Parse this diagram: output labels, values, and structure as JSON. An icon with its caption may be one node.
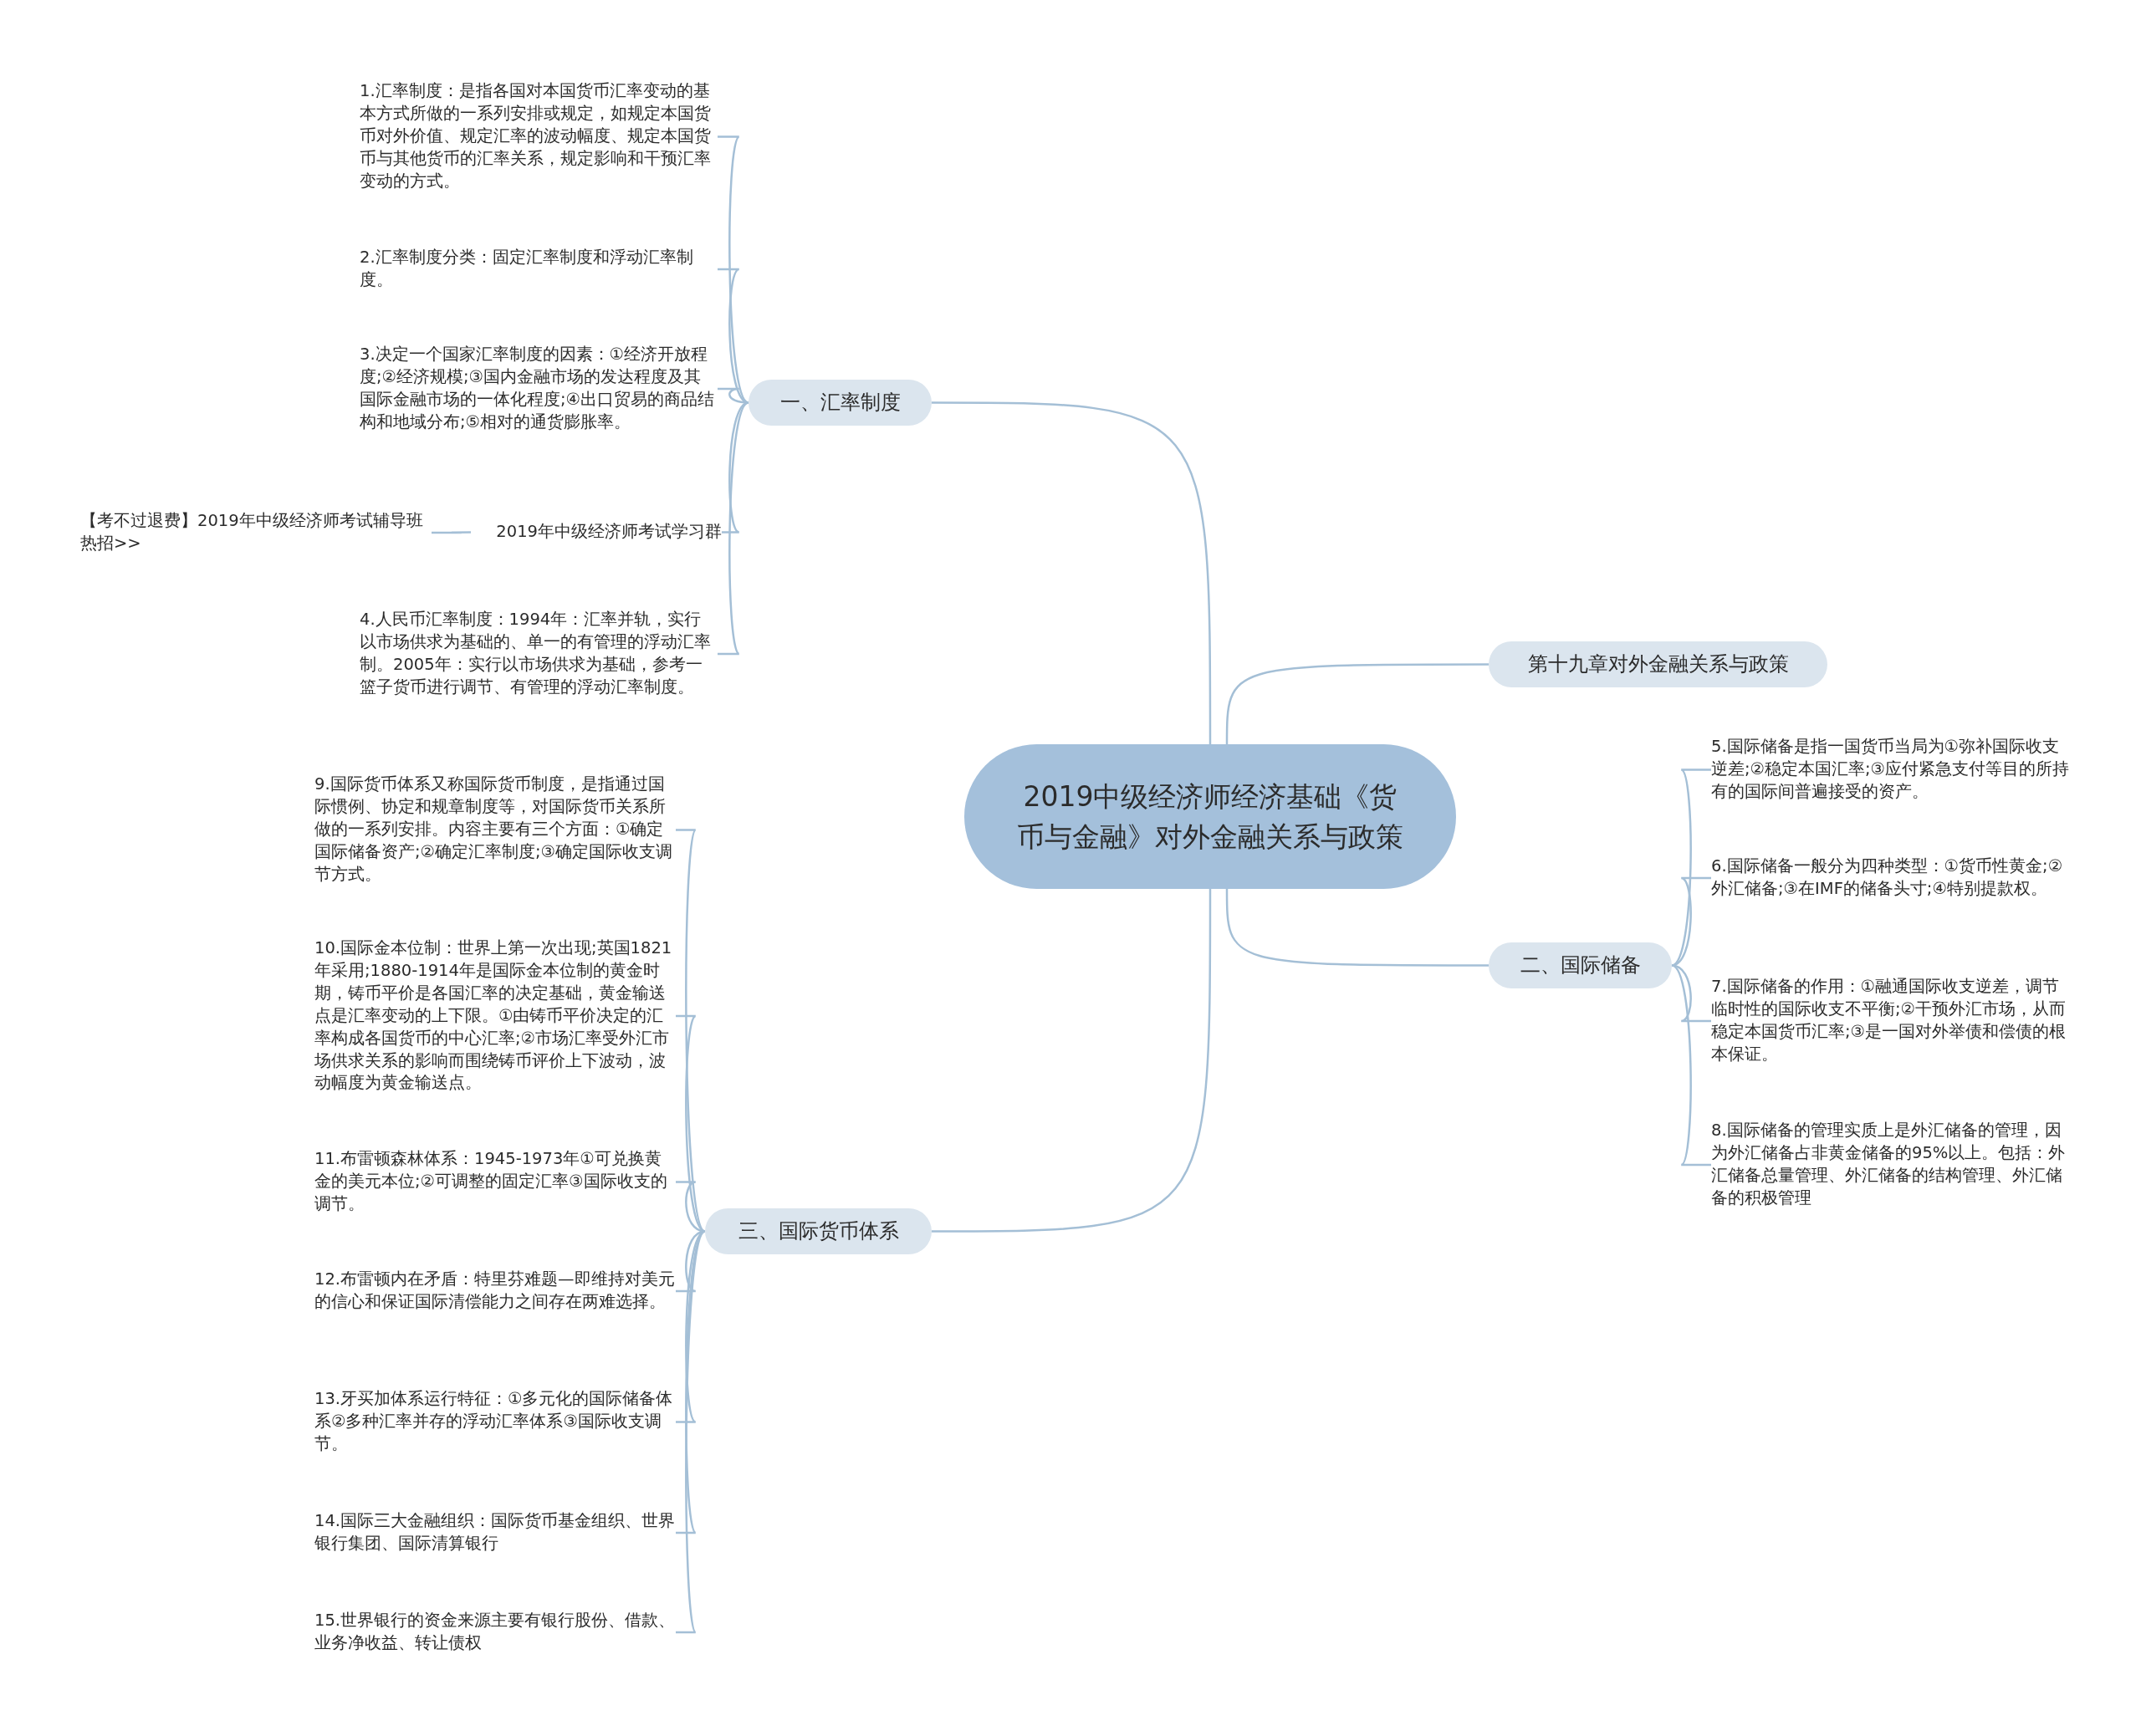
{
  "diagram": {
    "nodes": [
      {
        "text": [
          "2019中级经济师经济基础《货币与金融》对外金融关系与政策"
        ]
      },
      {
        "text": [
          "一、汇率制度"
        ]
      },
      {
        "text": [
          "1.汇率制度：是指各国对本国货币汇率变动的基本方式所做的一系列安排或规定，如规定本国货币对外价值、规定汇率的波动幅度、规定本国货币与其他货币的汇率关系，规定影响和干预汇率变动的方式。"
        ]
      },
      {
        "text": [
          "2.汇率制度分类：固定汇率制度和浮动汇率制度。"
        ]
      },
      {
        "text": [
          "3.决定一个国家汇率制度的因素：①经济开放程度;②经济规模;③国内金融市场的发达程度及其国际金融市场的一体化程度;④出口贸易的商品结构和地域分布;⑤相对的通货膨胀率。"
        ]
      },
      {
        "text": [
          "2019年中级经济师考试学习群"
        ]
      },
      {
        "text": [
          "【考不过退费】2019年中级经济师考试辅导班热招>>"
        ]
      },
      {
        "text": [
          "4.人民币汇率制度：1994年：汇率并轨，实行以市场供求为基础的、单一的有管理的浮动汇率制。2005年：实行以市场供求为基础，参考一篮子货币进行调节、有管理的浮动汇率制度。"
        ]
      },
      {
        "text": [
          "第十九章对外金融关系与政策"
        ]
      },
      {
        "text": [
          "二、国际储备"
        ]
      },
      {
        "text": [
          "5.国际储备是指一国货币当局为①弥补国际收支逆差;②稳定本国汇率;③应付紧急支付等目的所持有的国际间普遍接受的资产。"
        ]
      },
      {
        "text": [
          "6.国际储备一般分为四种类型：①货币性黄金;②外汇储备;③在IMF的储备头寸;④特别提款权。"
        ]
      },
      {
        "text": [
          "7.国际储备的作用：①融通国际收支逆差，调节临时性的国际收支不平衡;②干预外汇市场，从而稳定本国货币汇率;③是一国对外举债和偿债的根本保证。"
        ]
      },
      {
        "text": [
          "8.国际储备的管理实质上是外汇储备的管理，因为外汇储备占非黄金储备的95%以上。包括：外汇储备总量管理、外汇储备的结构管理、外汇储备的积极管理"
        ]
      },
      {
        "text": [
          "三、国际货币体系"
        ]
      },
      {
        "text": [
          "9.国际货币体系又称国际货币制度，是指通过国际惯例、协定和规章制度等，对国际货币关系所做的一系列安排。内容主要有三个方面：①确定国际储备资产;②确定汇率制度;③确定国际收支调节方式。"
        ]
      },
      {
        "text": [
          "10.国际金本位制：世界上第一次出现;英国1821年采用;1880-1914年是国际金本位制的黄金时期，铸币平价是各国汇率的决定基础，黄金输送点是汇率变动的上下限。①由铸币平价决定的汇率构成各国货币的中心汇率;②市场汇率受外汇市场供求关系的影响而围绕铸币评价上下波动，波动幅度为黄金输送点。"
        ]
      },
      {
        "text": [
          "11.布雷顿森林体系：1945-1973年①可兑换黄金的美元本位;②可调整的固定汇率③国际收支的调节。"
        ]
      },
      {
        "text": [
          "12.布雷顿内在矛盾：特里芬难题—即维持对美元的信心和保证国际清偿能力之间存在两难选择。"
        ]
      },
      {
        "text": [
          "13.牙买加体系运行特征：①多元化的国际储备体系②多种汇率并存的浮动汇率体系③国际收支调节。"
        ]
      },
      {
        "text": [
          "14.国际三大金融组织：国际货币基金组织、世界银行集团、国际清算银行"
        ]
      },
      {
        "text": [
          "15.世界银行的资金来源主要有银行股份、借款、业务净收益、转让债权"
        ]
      }
    ],
    "edges": [
      {
        "from": 0,
        "to": 1,
        "arrow": "none"
      },
      {
        "from": 1,
        "to": 2,
        "arrow": "none"
      },
      {
        "from": 1,
        "to": 3,
        "arrow": "none"
      },
      {
        "from": 1,
        "to": 4,
        "arrow": "none"
      },
      {
        "from": 1,
        "to": 5,
        "arrow": "none"
      },
      {
        "from": 5,
        "to": 6,
        "arrow": "none"
      },
      {
        "from": 1,
        "to": 7,
        "arrow": "none"
      },
      {
        "from": 0,
        "to": 8,
        "arrow": "none"
      },
      {
        "from": 0,
        "to": 9,
        "arrow": "none"
      },
      {
        "from": 9,
        "to": 10,
        "arrow": "none"
      },
      {
        "from": 9,
        "to": 11,
        "arrow": "none"
      },
      {
        "from": 9,
        "to": 12,
        "arrow": "none"
      },
      {
        "from": 9,
        "to": 13,
        "arrow": "none"
      },
      {
        "from": 0,
        "to": 14,
        "arrow": "none"
      },
      {
        "from": 14,
        "to": 15,
        "arrow": "none"
      },
      {
        "from": 14,
        "to": 16,
        "arrow": "none"
      },
      {
        "from": 14,
        "to": 17,
        "arrow": "none"
      },
      {
        "from": 14,
        "to": 18,
        "arrow": "none"
      },
      {
        "from": 14,
        "to": 19,
        "arrow": "none"
      },
      {
        "from": 14,
        "to": 20,
        "arrow": "none"
      },
      {
        "from": 14,
        "to": 21,
        "arrow": "none"
      }
    ]
  }
}
